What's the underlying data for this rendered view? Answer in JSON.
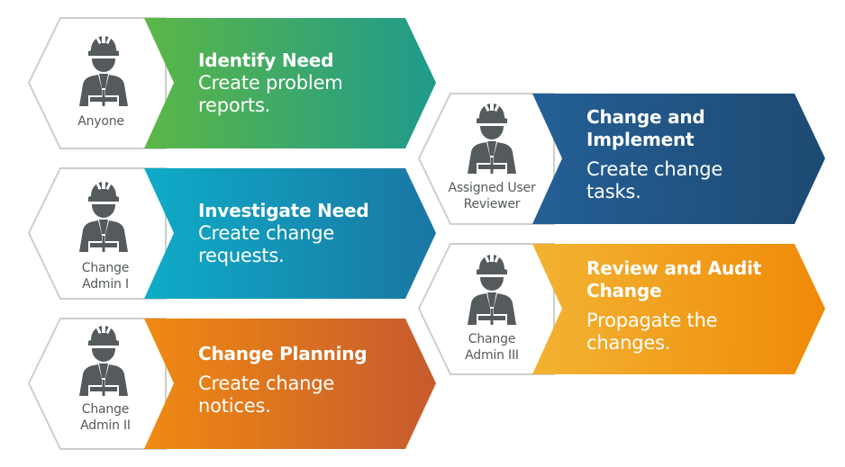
{
  "diagram": {
    "steps": [
      {
        "role": "Anyone",
        "title": "Identify Need",
        "description_line1": "Create problem",
        "description_line2": "reports.",
        "gradient": [
          "#5cb746",
          "#1f9a8c"
        ]
      },
      {
        "role_line1": "Change",
        "role_line2": "Admin I",
        "title": "Investigate Need",
        "description_line1": "Create change",
        "description_line2": "requests.",
        "gradient": [
          "#0eacc8",
          "#1a76a2"
        ]
      },
      {
        "role_line1": "Change",
        "role_line2": "Admin II",
        "title": "Change Planning",
        "description_line1": "Create change",
        "description_line2": "notices.",
        "gradient": [
          "#f08a12",
          "#c65a2e"
        ]
      },
      {
        "role_line1": "Assigned User",
        "role_line2": "Reviewer",
        "title_line1": "Change and",
        "title_line2": "Implement",
        "description_line1": "Create change",
        "description_line2": "tasks.",
        "gradient": [
          "#245f96",
          "#1d4a72"
        ]
      },
      {
        "role_line1": "Change",
        "role_line2": "Admin III",
        "title_line1": "Review and Audit",
        "title_line2": "Change",
        "description_line1": "Propagate the",
        "description_line2": "changes.",
        "gradient": [
          "#f2b332",
          "#f08a08"
        ]
      }
    ],
    "colors": {
      "outline": "#cfcfc8",
      "icon": "#555a5d",
      "text": "#ffffff"
    },
    "icons": [
      "construction-worker-icon"
    ]
  }
}
